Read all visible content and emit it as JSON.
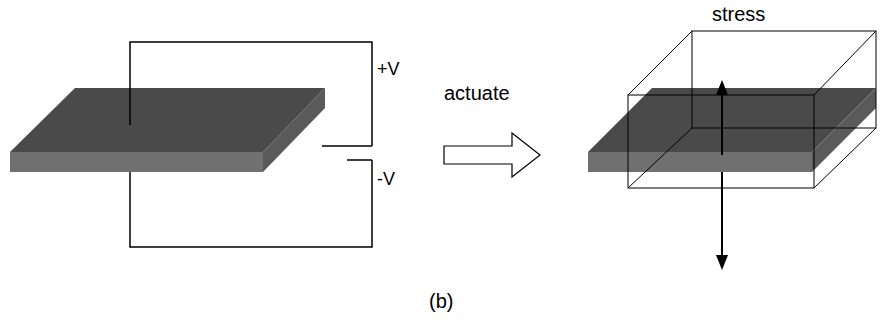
{
  "diagram": {
    "caption": "(b)",
    "labels": [
      "+V",
      "-V",
      "actuate",
      "stress"
    ]
  }
}
